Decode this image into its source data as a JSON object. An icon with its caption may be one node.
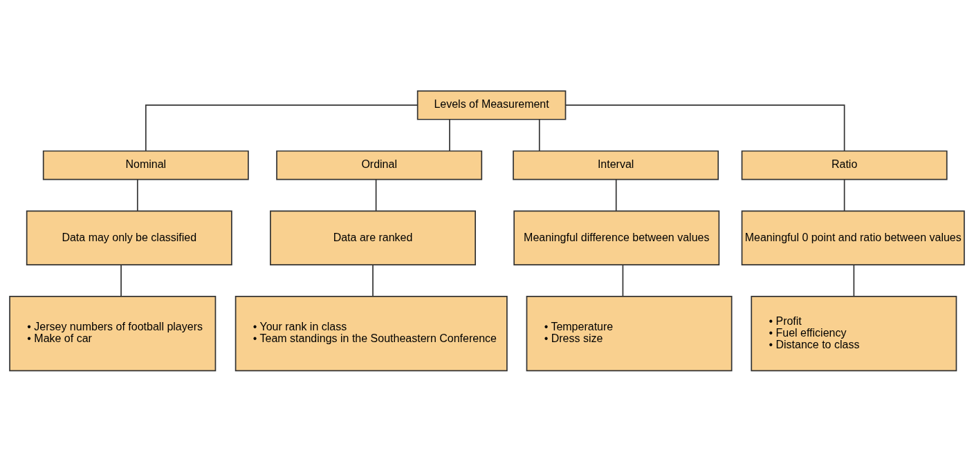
{
  "diagram": {
    "nodes": [
      {
        "text": [
          "Levels of Measurement"
        ]
      },
      {
        "text": [
          "Nominal"
        ]
      },
      {
        "text": [
          "Ordinal"
        ]
      },
      {
        "text": [
          "Interval"
        ]
      },
      {
        "text": [
          "Ratio"
        ]
      },
      {
        "text": [
          "Data may only be classified"
        ]
      },
      {
        "text": [
          "Data are ranked"
        ]
      },
      {
        "text": [
          "Meaningful difference between values"
        ]
      },
      {
        "text": [
          "Meaningful 0 point and ratio between values"
        ]
      },
      {
        "text": [
          "• Jersey numbers of football players",
          "• Make of car"
        ]
      },
      {
        "text": [
          "• Your rank in class",
          "• Team standings in the Southeastern Conference"
        ]
      },
      {
        "text": [
          "• Temperature",
          "• Dress size"
        ]
      },
      {
        "text": [
          "• Profit",
          "• Fuel efficiency",
          "• Distance to class"
        ]
      }
    ],
    "edges": [
      {
        "from": 0,
        "to": 1,
        "arrow": "none"
      },
      {
        "from": 0,
        "to": 2,
        "arrow": "none"
      },
      {
        "from": 0,
        "to": 3,
        "arrow": "none"
      },
      {
        "from": 0,
        "to": 4,
        "arrow": "none"
      },
      {
        "from": 1,
        "to": 5,
        "arrow": "none"
      },
      {
        "from": 2,
        "to": 6,
        "arrow": "none"
      },
      {
        "from": 3,
        "to": 7,
        "arrow": "none"
      },
      {
        "from": 4,
        "to": 8,
        "arrow": "none"
      },
      {
        "from": 5,
        "to": 9,
        "arrow": "none"
      },
      {
        "from": 6,
        "to": 10,
        "arrow": "none"
      },
      {
        "from": 7,
        "to": 11,
        "arrow": "none"
      },
      {
        "from": 8,
        "to": 12,
        "arrow": "none"
      }
    ]
  }
}
